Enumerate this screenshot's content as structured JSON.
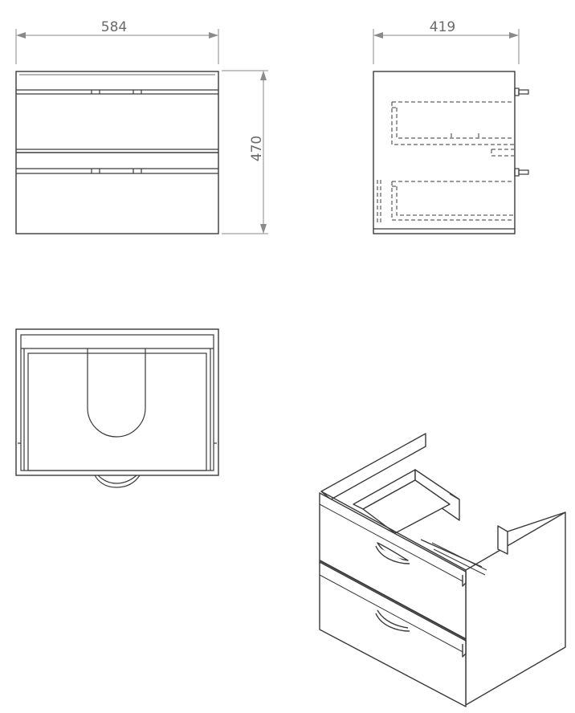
{
  "dimensions": {
    "width": "584",
    "depth": "419",
    "height": "470"
  },
  "colors": {
    "line": "#3a3a3a",
    "dim_line": "#8a8a8a",
    "dim_text": "#6a6a6a"
  }
}
